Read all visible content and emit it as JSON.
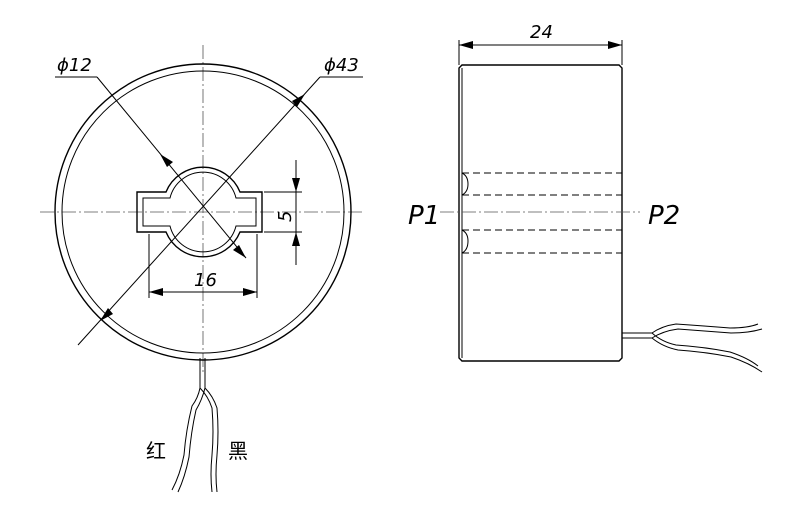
{
  "drawing": {
    "front_view": {
      "inner_diameter_label": "ϕ12",
      "outer_diameter_label": "ϕ43",
      "slot_width_label": "16",
      "slot_height_label": "5",
      "lead_red_label": "红",
      "lead_black_label": "黑"
    },
    "side_view": {
      "width_label": "24",
      "primary_in_label": "P1",
      "primary_out_label": "P2"
    }
  }
}
